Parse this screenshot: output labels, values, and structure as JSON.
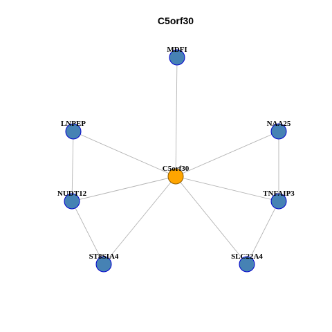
{
  "title": "C5orf30",
  "colors": {
    "center_fill": "#FFA500",
    "center_stroke": "#8B5A00",
    "node_fill": "#4682B4",
    "node_stroke": "#0000CD",
    "edge": "#B3B3B3"
  },
  "nodes": [
    {
      "id": "C5orf30",
      "label": "C5orf30",
      "type": "center"
    },
    {
      "id": "MDFI",
      "label": "MDFI",
      "type": "neighbor"
    },
    {
      "id": "LNPEP",
      "label": "LNPEP",
      "type": "neighbor"
    },
    {
      "id": "NAA25",
      "label": "NAA25",
      "type": "neighbor"
    },
    {
      "id": "NUDT12",
      "label": "NUDT12",
      "type": "neighbor"
    },
    {
      "id": "TNFAIP3",
      "label": "TNFAIP3",
      "type": "neighbor"
    },
    {
      "id": "ST8SIA4",
      "label": "ST8SIA4",
      "type": "neighbor"
    },
    {
      "id": "SLC22A4",
      "label": "SLC22A4",
      "type": "neighbor"
    }
  ],
  "edges": [
    [
      "C5orf30",
      "MDFI"
    ],
    [
      "C5orf30",
      "LNPEP"
    ],
    [
      "C5orf30",
      "NAA25"
    ],
    [
      "C5orf30",
      "NUDT12"
    ],
    [
      "C5orf30",
      "TNFAIP3"
    ],
    [
      "C5orf30",
      "ST8SIA4"
    ],
    [
      "C5orf30",
      "SLC22A4"
    ],
    [
      "LNPEP",
      "NUDT12"
    ],
    [
      "NAA25",
      "TNFAIP3"
    ],
    [
      "NUDT12",
      "ST8SIA4"
    ],
    [
      "TNFAIP3",
      "SLC22A4"
    ]
  ]
}
